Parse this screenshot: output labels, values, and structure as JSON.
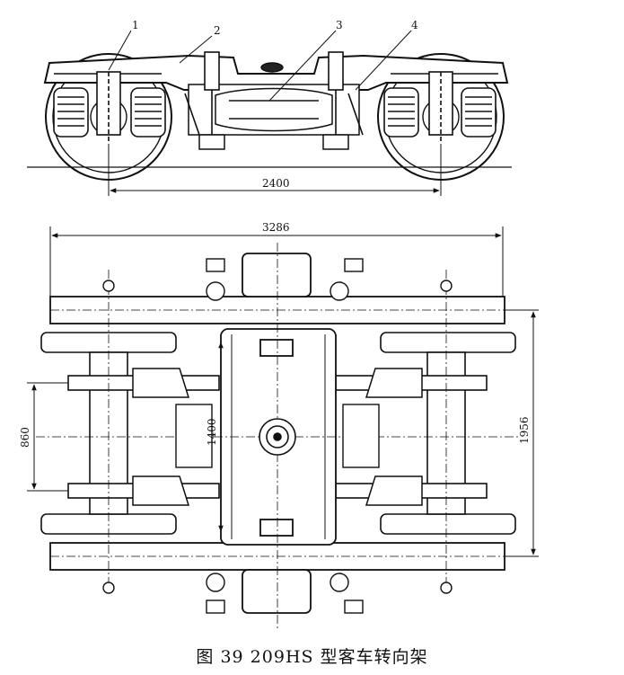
{
  "side_view": {
    "callouts": [
      "1",
      "2",
      "3",
      "4"
    ],
    "wheelbase_label": "2400"
  },
  "plan_view": {
    "overall_length_label": "3286",
    "overall_width_label": "1956",
    "gauge_label": "1400",
    "spring_spacing_label": "860"
  },
  "caption": "图 39 209HS 型客车转向架"
}
